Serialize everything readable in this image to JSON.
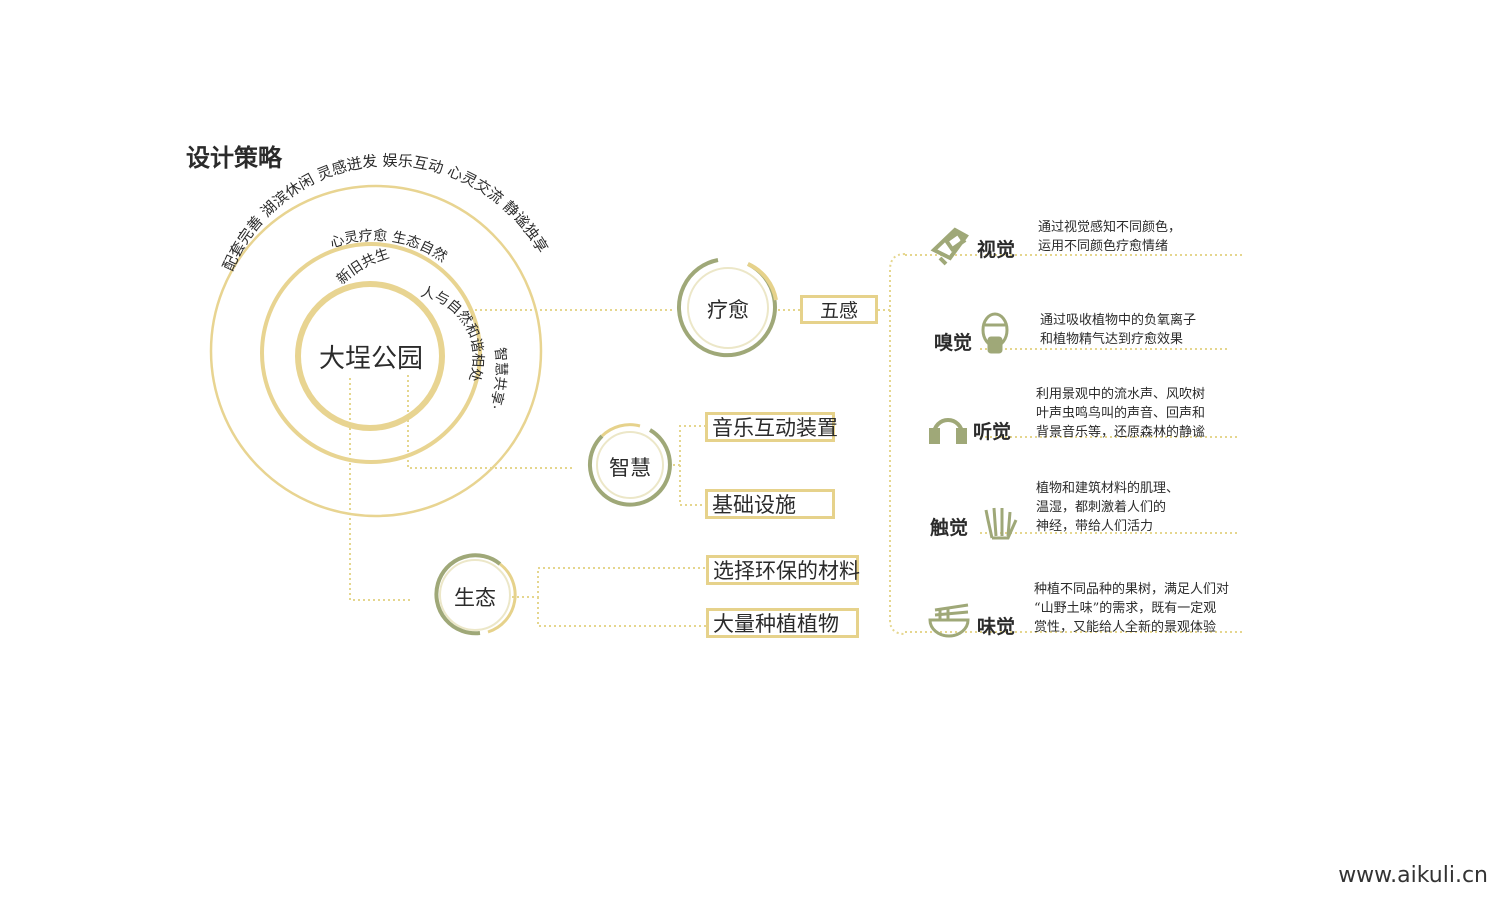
{
  "title": "设计策略",
  "center": {
    "label": "大埕公园"
  },
  "rings": {
    "outer": "配套完善  湖滨休闲  灵感迸发  娱乐互动  心灵交流  静谧独享",
    "middle": "心灵疗愈     生态自然",
    "middle_right": "智慧共享·",
    "inner": "新旧共生",
    "inner_right": "人与自然和谐相处"
  },
  "nodes": {
    "healing": {
      "label": "疗愈",
      "children": [
        "五感"
      ]
    },
    "smart": {
      "label": "智慧",
      "children": [
        "音乐互动装置",
        "基础设施"
      ]
    },
    "ecology": {
      "label": "生态",
      "children": [
        "选择环保的材料",
        "大量种植植物"
      ]
    }
  },
  "senses": [
    {
      "label": "视觉",
      "icon": "glasses-icon",
      "lines": [
        "通过视觉感知不同颜色，",
        "运用不同颜色疗愈情绪"
      ]
    },
    {
      "label": "嗅觉",
      "icon": "gas-mask-icon",
      "lines": [
        "通过吸收植物中的负氧离子",
        "和植物精气达到疗愈效果"
      ]
    },
    {
      "label": "听觉",
      "icon": "headphones-icon",
      "lines": [
        "利用景观中的流水声、风吹树",
        "叶声虫鸣鸟叫的声音、回声和",
        "背景音乐等，还原森林的静谧"
      ]
    },
    {
      "label": "触觉",
      "icon": "hand-icon",
      "lines": [
        "植物和建筑材料的肌理、",
        "温湿，都刺激着人们的",
        "神经，带给人们活力"
      ]
    },
    {
      "label": "味觉",
      "icon": "noodle-bowl-icon",
      "lines": [
        "种植不同品种的果树，满足人们对",
        "“山野土味”的需求，既有一定观",
        "赏性，又能给人全新的景观体验"
      ]
    }
  ],
  "colors": {
    "gold": "#e8d491",
    "olive": "#9fa878",
    "text": "#2b2b2b"
  },
  "watermark": "www.aikuli.cn"
}
